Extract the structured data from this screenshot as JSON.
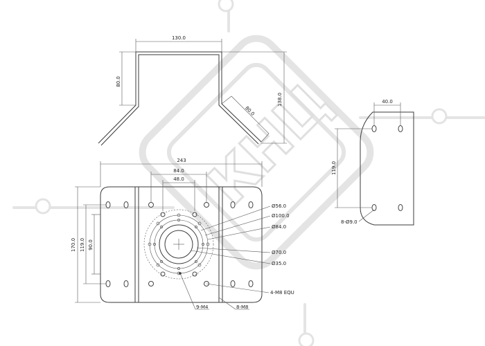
{
  "bracket": {
    "width": "130.0",
    "height": "80.0",
    "angled": "80.0",
    "total_height": "138.0"
  },
  "plate": {
    "width": "243",
    "inner_84": "84.0",
    "inner_48": "48.0",
    "height_170": "170.0",
    "height_119": "119.0",
    "height_90": "90.0",
    "bolt_circles": [
      "Ø56.0",
      "Ø100.0",
      "Ø84.0",
      "Ø70.0",
      "Ø35.0"
    ],
    "callouts": {
      "equ": "4-M8 EQU",
      "m4": "9-M4",
      "m8": "8-M8"
    }
  },
  "side_plate": {
    "width": "40.0",
    "height": "119.0",
    "holes": "8-Ø9.0"
  },
  "watermark": {
    "text": "КНЦ",
    "color": "#d9d9d9"
  }
}
